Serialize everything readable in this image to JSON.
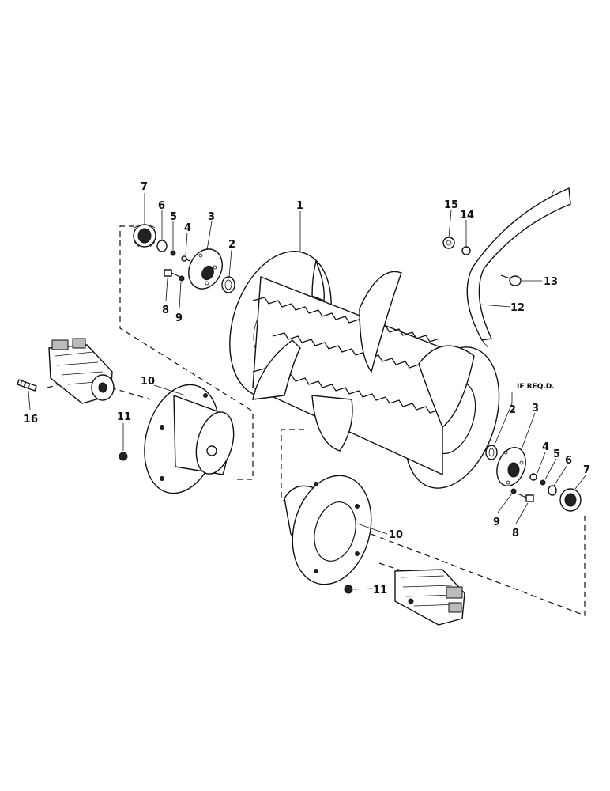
{
  "diagram": {
    "note": "IF REQ.D.",
    "callouts": {
      "c1": "1",
      "c2_left": "2",
      "c3_left": "3",
      "c4_left": "4",
      "c5_left": "5",
      "c6_left": "6",
      "c7_left": "7",
      "c8_left": "8",
      "c9_left": "9",
      "c10_left": "10",
      "c11_left": "11",
      "c12": "12",
      "c13": "13",
      "c14": "14",
      "c15": "15",
      "c16": "16",
      "c2_right": "2",
      "c3_right": "3",
      "c4_right": "4",
      "c5_right": "5",
      "c6_right": "6",
      "c7_right": "7",
      "c8_right": "8",
      "c9_right": "9",
      "c10_right": "10",
      "c11_right": "11"
    }
  }
}
